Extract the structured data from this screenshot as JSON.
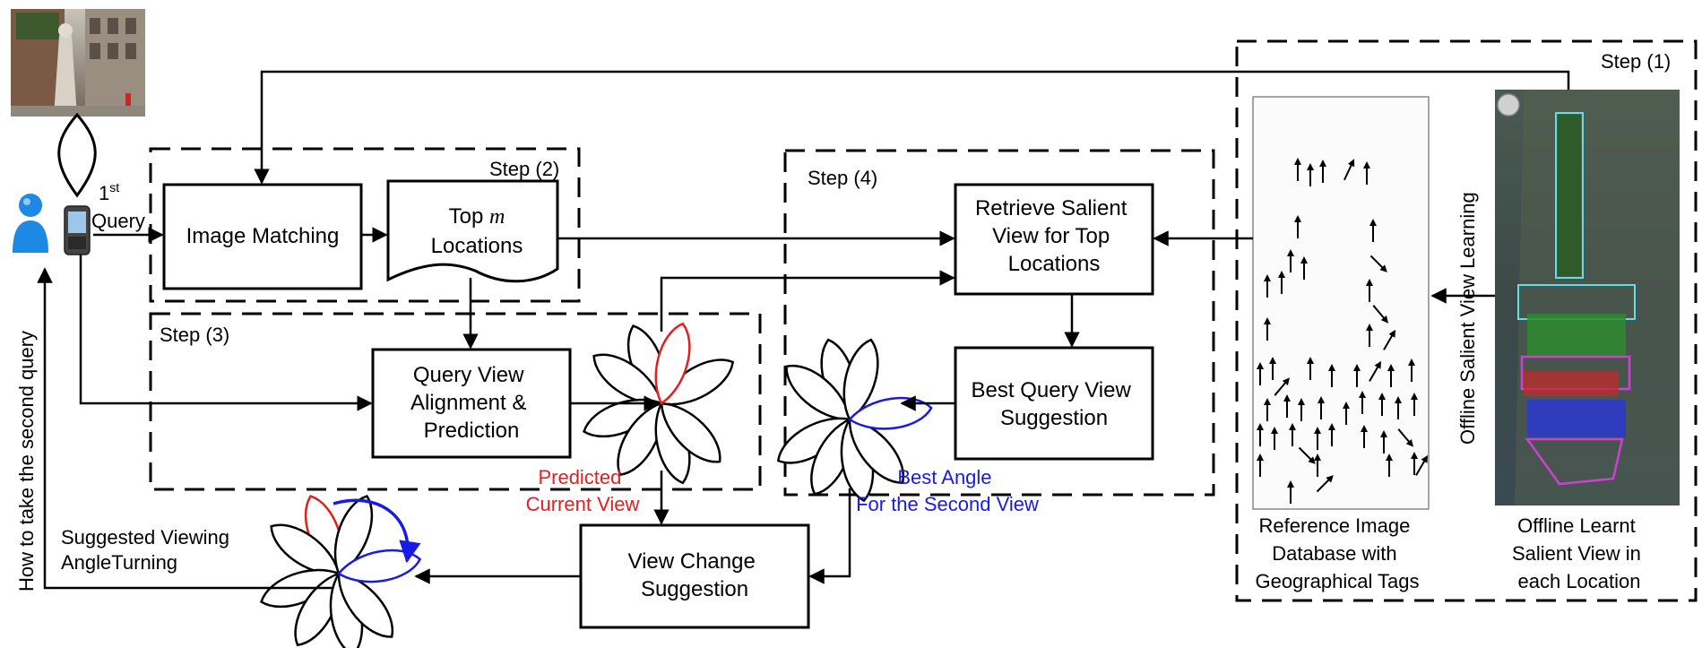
{
  "steps": {
    "step1": "Step (1)",
    "step2": "Step (2)",
    "step3": "Step (3)",
    "step4": "Step (4)"
  },
  "query": {
    "ordinal": "1",
    "superscript": "st",
    "label": "Query"
  },
  "left_caption": "How to take the second query",
  "boxes": {
    "image_matching": [
      "Image Matching"
    ],
    "top_locations": [
      "Top ",
      "m",
      "Locations"
    ],
    "retrieve": [
      "Retrieve Salient",
      "View for Top",
      "Locations"
    ],
    "query_view": [
      "Query View",
      "Alignment &",
      "Prediction"
    ],
    "best_query": [
      "Best Query View",
      "Suggestion"
    ],
    "view_change": [
      "View Change",
      "Suggestion"
    ]
  },
  "labels": {
    "predicted": [
      "Predicted",
      "Current View"
    ],
    "best_angle": [
      "Best Angle",
      "For the Second View"
    ],
    "suggested": [
      "Suggested Viewing",
      "AngleTurning"
    ],
    "offline_learning": "Offline Salient View Learning",
    "reference_db": [
      "Reference Image",
      "Database with",
      "Geographical Tags"
    ],
    "offline_learnt": [
      "Offline Learnt",
      "Salient View in",
      "each Location"
    ]
  },
  "colors": {
    "predicted": "#e02020",
    "best_angle": "#1a1ae6",
    "user_icon": "#1e88e5"
  }
}
